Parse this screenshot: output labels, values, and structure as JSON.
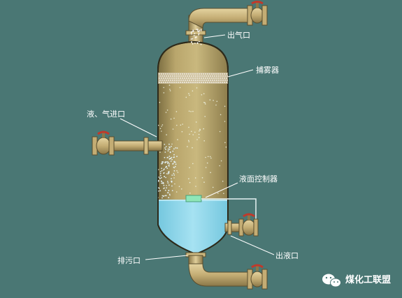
{
  "labels": {
    "gas_outlet": "出气口",
    "demister": "捕雾器",
    "liquid_gas_inlet": "液、气进口",
    "level_controller": "液面控制器",
    "liquid_outlet": "出液口",
    "drain_outlet": "排污口"
  },
  "watermark": {
    "text": "煤化工联盟",
    "icon": "wechat-icon"
  },
  "colors": {
    "background": "#4a7774",
    "vessel": "#b9a66c",
    "vessel_outline": "#2d2a1a",
    "pipe": "#c8b27a",
    "liquid": "#8fd7ea",
    "valve_handle": "#c0392b",
    "controller": "#8fe6b8"
  }
}
